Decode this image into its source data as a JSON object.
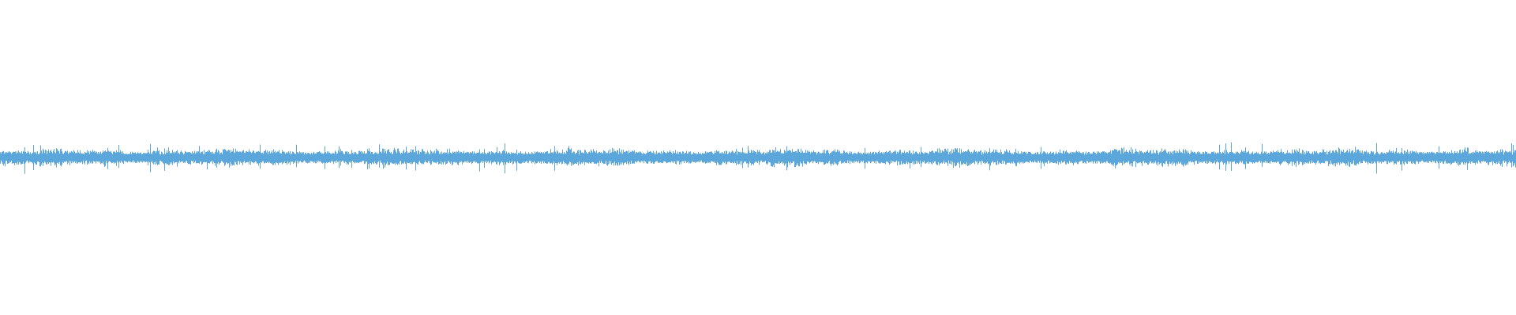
{
  "waveform": {
    "color": "#5ba6db",
    "background": "#ffffff",
    "seed": 7,
    "baseline_amplitude": 0.035,
    "burst_amplitude": 0.07,
    "spike_amplitude": 0.11,
    "spike_probability": 0.035
  }
}
